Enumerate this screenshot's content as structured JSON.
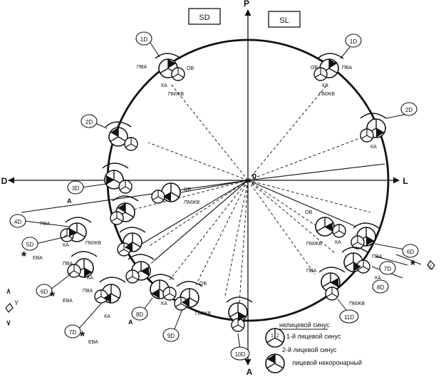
{
  "header": {
    "box_left": "SD",
    "box_right": "SL"
  },
  "axes": {
    "top": "P",
    "bottom": "A",
    "left": "D",
    "right": "L",
    "origin": "0"
  },
  "positions": {
    "left": [
      "1D",
      "2D",
      "3D",
      "4D",
      "5D",
      "6D",
      "7D",
      "8D",
      "9D"
    ],
    "right": [
      "1D",
      "2D",
      "6D",
      "7D",
      "8D",
      "11D"
    ],
    "bottom": "10D"
  },
  "vessel_labels": {
    "pva": "ПВА",
    "ov": "ОВ",
    "ka": "КА",
    "pmzhv": "ПМЖВ",
    "eva": "ЕВА",
    "a": "A",
    "y": "Y"
  },
  "legend": {
    "noncoronary_sinus": "нелицевой синус",
    "first_facing_sinus": "1-й лицевой синус",
    "second_facing_sinus": "2-й лицевой синус",
    "facing_noncoronary": "лицевой некоронарный",
    "mark_1": "1",
    "mark_2": "2"
  },
  "colors": {
    "ink": "#111111",
    "background": "#ffffff"
  }
}
